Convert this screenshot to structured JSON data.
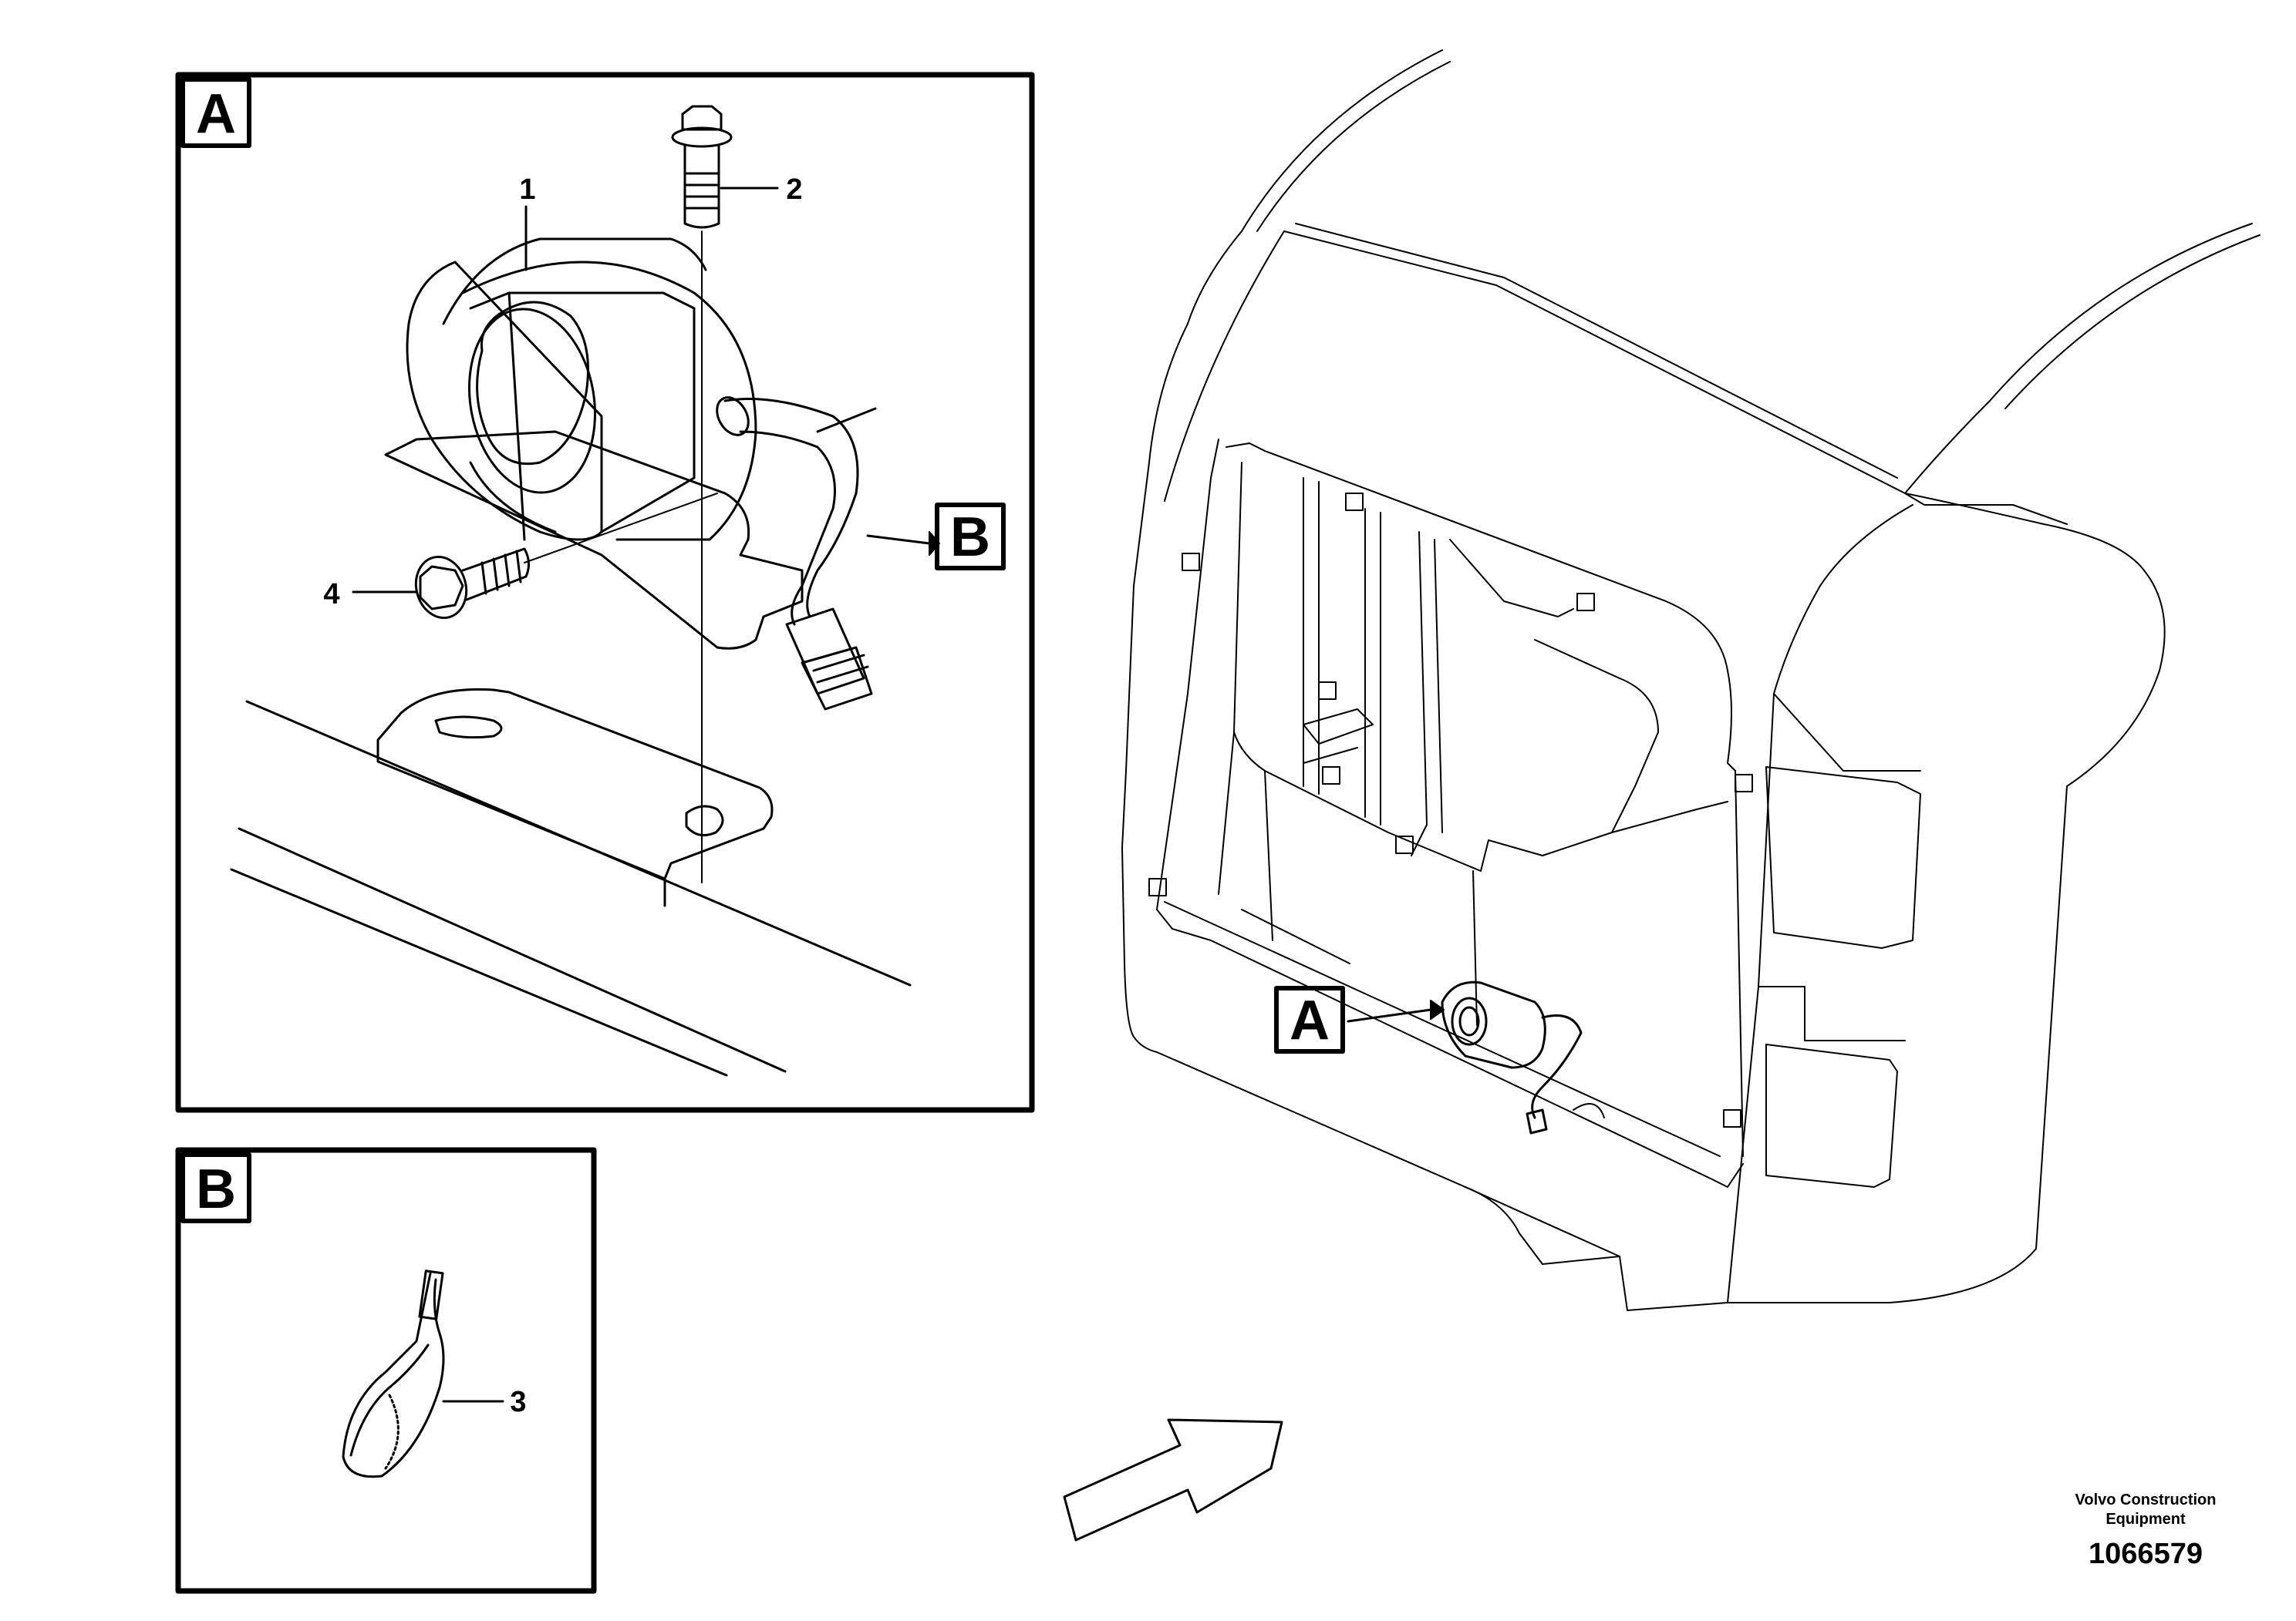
{
  "detail_boxes": [
    {
      "letter": "A"
    },
    {
      "letter": "B"
    }
  ],
  "ref_tags": {
    "tag_b": "B",
    "tag_a": "A"
  },
  "callouts": {
    "c1": "1",
    "c2": "2",
    "c3": "3",
    "c4": "4"
  },
  "footer": {
    "company_line1": "Volvo Construction",
    "company_line2": "Equipment",
    "doc_number": "1066579"
  }
}
